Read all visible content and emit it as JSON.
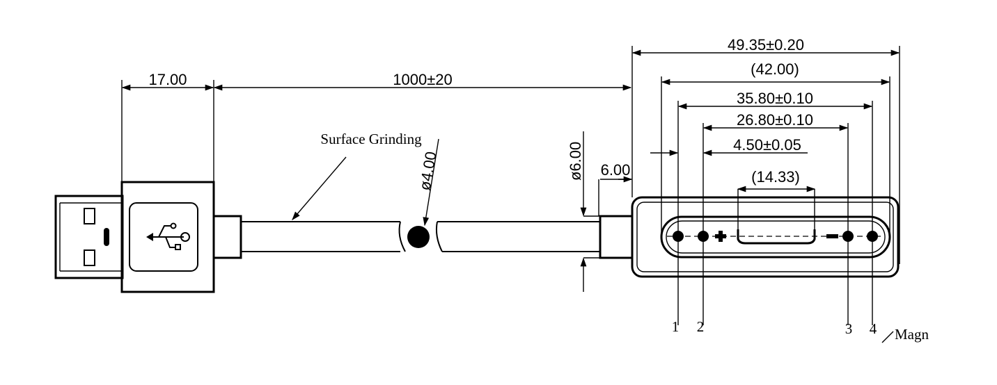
{
  "dimensions": {
    "usb_length": "17.00",
    "cable_length": "1000±20",
    "overall_width": "49.35±0.20",
    "inner_width": "(42.00)",
    "pin_span_outer": "35.80±0.10",
    "pin_span_inner": "26.80±0.10",
    "pin_pitch": "4.50±0.05",
    "slot_width": "(14.33)",
    "cable_diameter": "ø4.00",
    "strain_relief_diameter": "ø6.00",
    "strain_relief_length": "6.00"
  },
  "annotations": {
    "surface_note": "Surface Grinding",
    "magnet_note": "Magn",
    "plus_sign": "+",
    "minus_sign": "-"
  },
  "pins": [
    {
      "label": "1"
    },
    {
      "label": "2"
    },
    {
      "label": "3"
    },
    {
      "label": "4"
    }
  ]
}
